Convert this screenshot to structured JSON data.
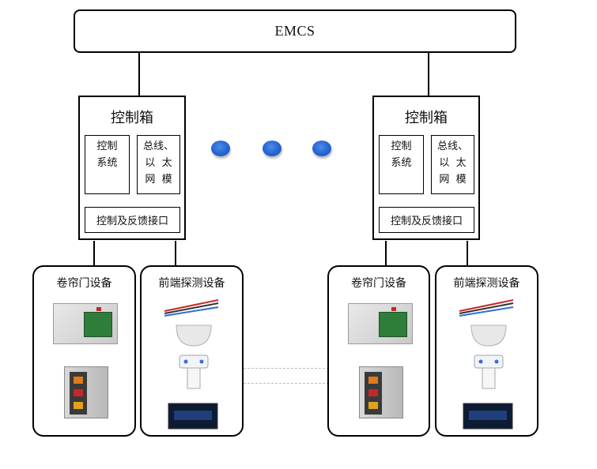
{
  "emcs": {
    "label": "EMCS"
  },
  "control_boxes": [
    {
      "title": "控制箱",
      "control_system": [
        "控制",
        "系统"
      ],
      "bus_module": [
        "总线、",
        "以  太",
        "网  模"
      ],
      "interface": "控制及反馈接口"
    },
    {
      "title": "控制箱",
      "control_system": [
        "控制",
        "系统"
      ],
      "bus_module": [
        "总线、",
        "以  太",
        "网  模"
      ],
      "interface": "控制及反馈接口"
    }
  ],
  "device_groups": [
    {
      "title": "卷帘门设备"
    },
    {
      "title": "前端探测设备"
    },
    {
      "title": "卷帘门设备"
    },
    {
      "title": "前端探测设备"
    }
  ],
  "colors": {
    "dot": "#2464d2",
    "line": "#000000",
    "pcb": "#2f7d3a"
  }
}
